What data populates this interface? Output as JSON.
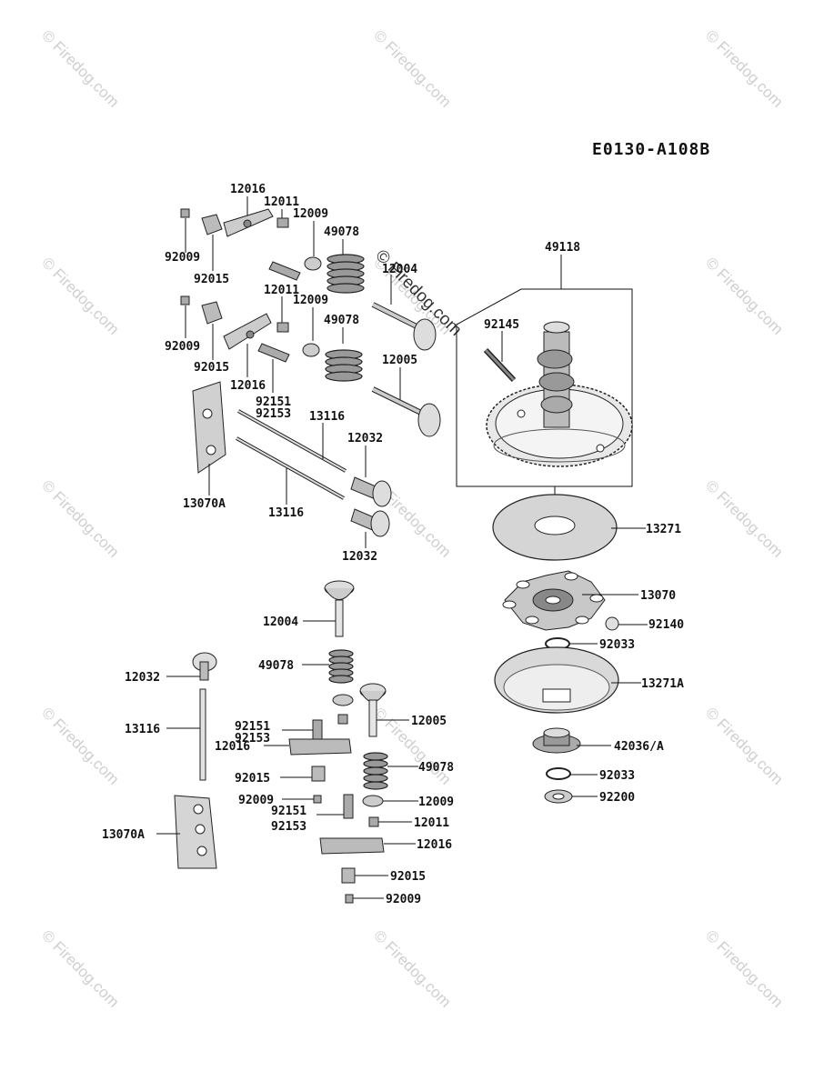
{
  "diagram": {
    "code": "E0130-A108B",
    "watermark": "© Firedog.com",
    "labels": {
      "p49118": "49118",
      "p92145": "92145",
      "p13271": "13271",
      "p13070": "13070",
      "p92140": "92140",
      "p92033a": "92033",
      "p13271A": "13271A",
      "p42036A": "42036/A",
      "p92033b": "92033",
      "p92200": "92200",
      "t12016": "12016",
      "t12011": "12011",
      "t12009": "12009",
      "t49078": "49078",
      "t12004": "12004",
      "t92009": "92009",
      "t92015": "92015",
      "m12011": "12011",
      "m12009": "12009",
      "m49078": "49078",
      "m92009": "92009",
      "m92015": "92015",
      "m12016": "12016",
      "m12005": "12005",
      "m92151": "92151",
      "m92153": "92153",
      "m13116": "13116",
      "m12032": "12032",
      "m13070A": "13070A",
      "m13116b": "13116",
      "m12032b": "12032",
      "b12004": "12004",
      "b49078": "49078",
      "b12032": "12032",
      "b92151": "92151",
      "b92153": "92153",
      "b12005": "12005",
      "b13116": "13116",
      "b12016": "12016",
      "b92015": "92015",
      "b49078b": "49078",
      "b92009": "92009",
      "b12009": "12009",
      "b92151b": "92151",
      "b92153b": "92153",
      "b12011": "12011",
      "b13070A": "13070A",
      "b12016b": "12016",
      "b92015b": "92015",
      "b92009b": "92009"
    }
  }
}
